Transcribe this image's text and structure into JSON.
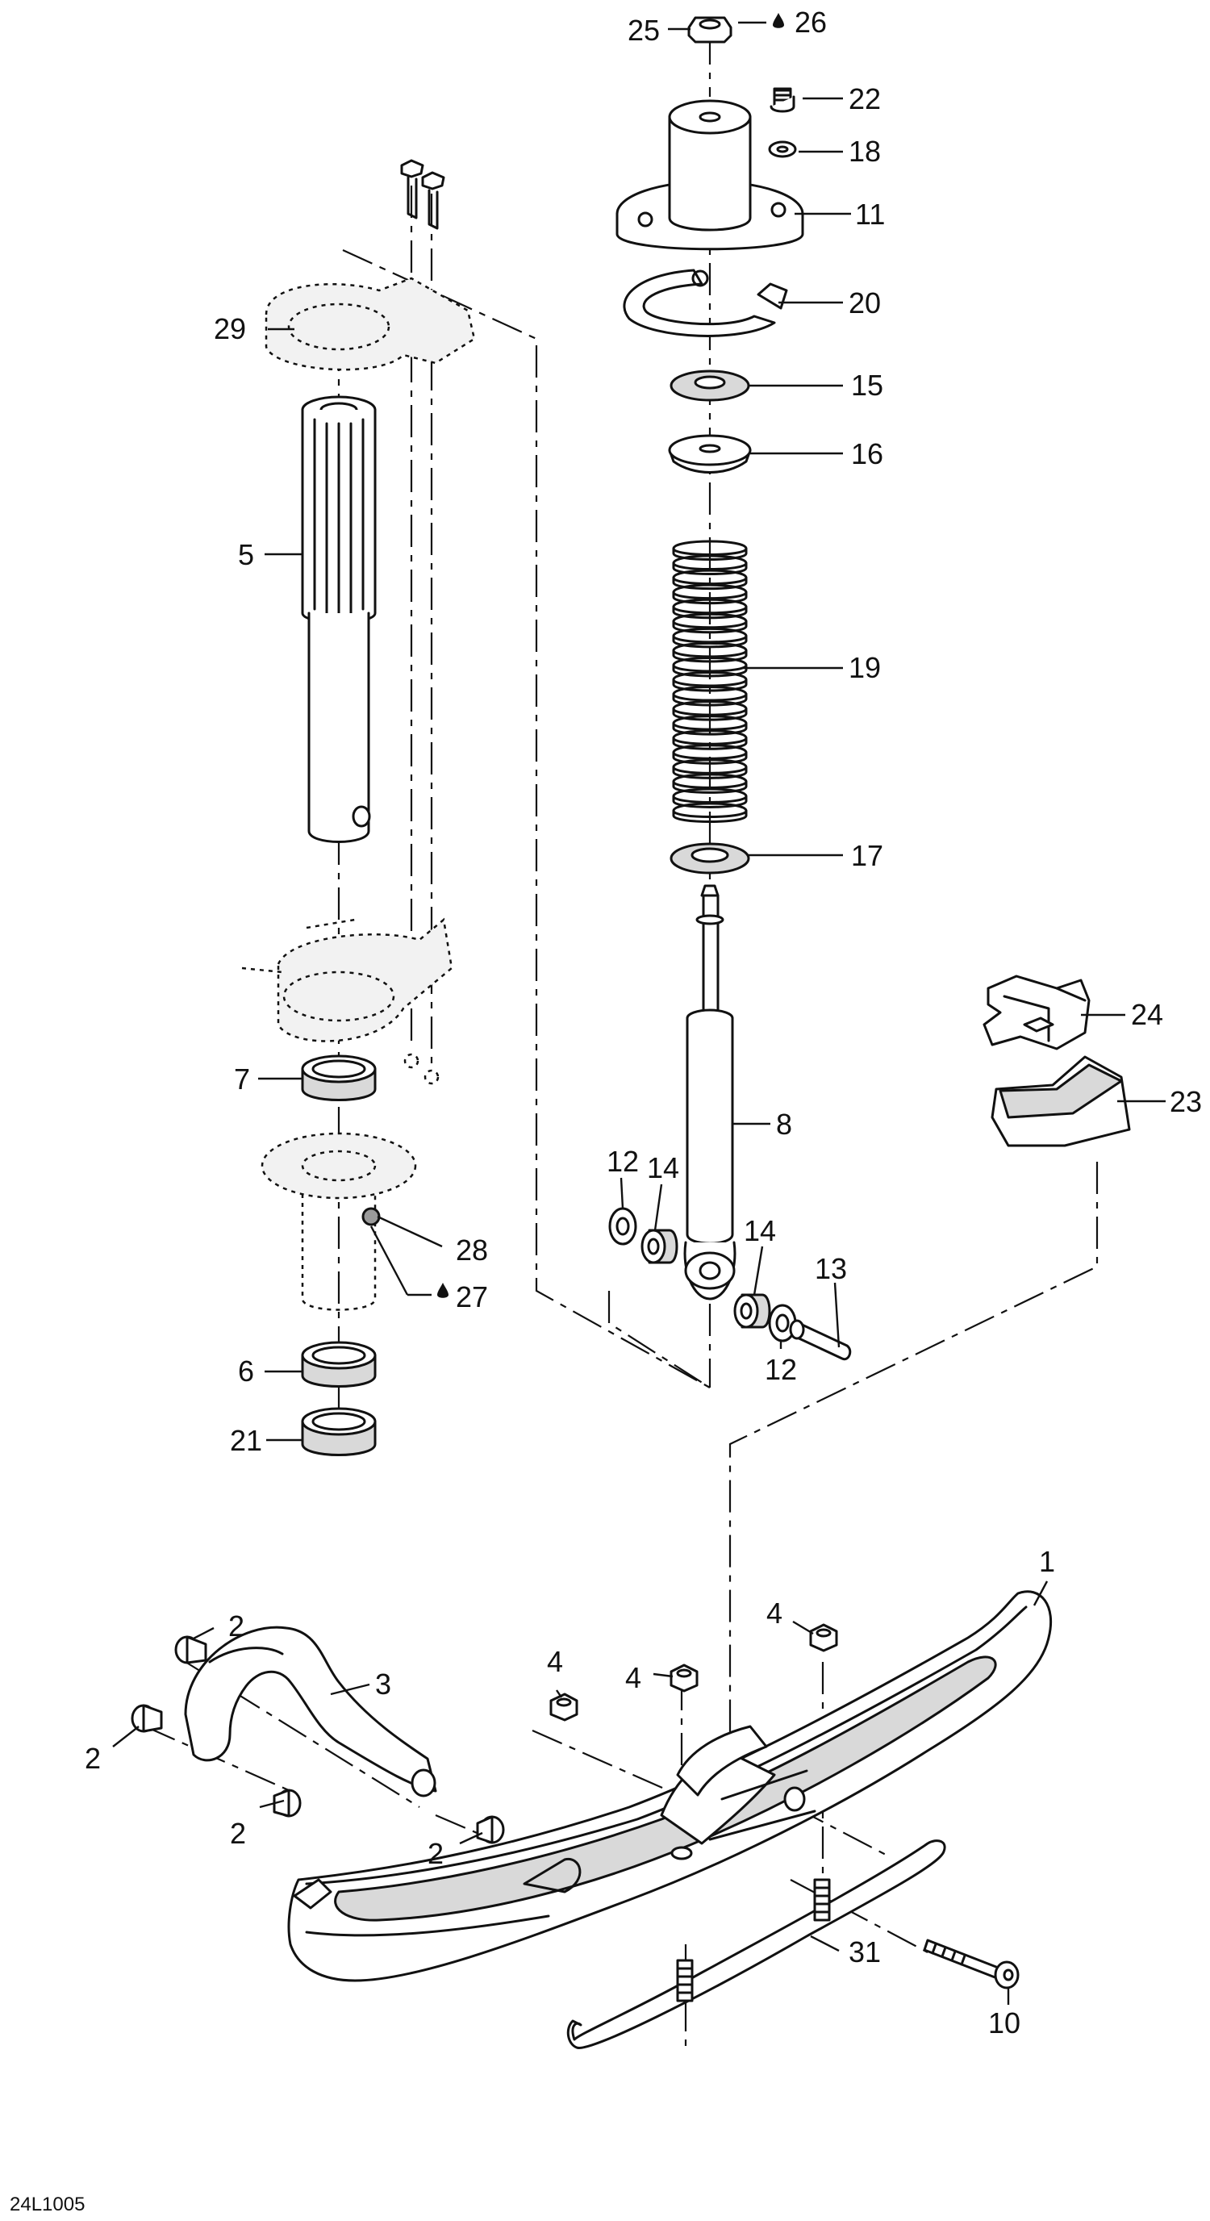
{
  "drawing_code": "24L1005",
  "callouts": {
    "c1": "1",
    "c2a": "2",
    "c2b": "2",
    "c2c": "2",
    "c2d": "2",
    "c3": "3",
    "c4a": "4",
    "c4b": "4",
    "c4c": "4",
    "c5": "5",
    "c6": "6",
    "c7": "7",
    "c8": "8",
    "c10": "10",
    "c11": "11",
    "c12a": "12",
    "c12b": "12",
    "c13": "13",
    "c14a": "14",
    "c14b": "14",
    "c15": "15",
    "c16": "16",
    "c17": "17",
    "c18": "18",
    "c19": "19",
    "c20": "20",
    "c21": "21",
    "c22": "22",
    "c23": "23",
    "c24": "24",
    "c25": "25",
    "c26": "26",
    "c27": "27",
    "c28": "28",
    "c29": "29",
    "c31": "31"
  },
  "icons": {
    "lubricant": "oil-drop-icon"
  },
  "colors": {
    "line": "#111111",
    "shade": "#d9d9d9",
    "background": "#ffffff"
  }
}
